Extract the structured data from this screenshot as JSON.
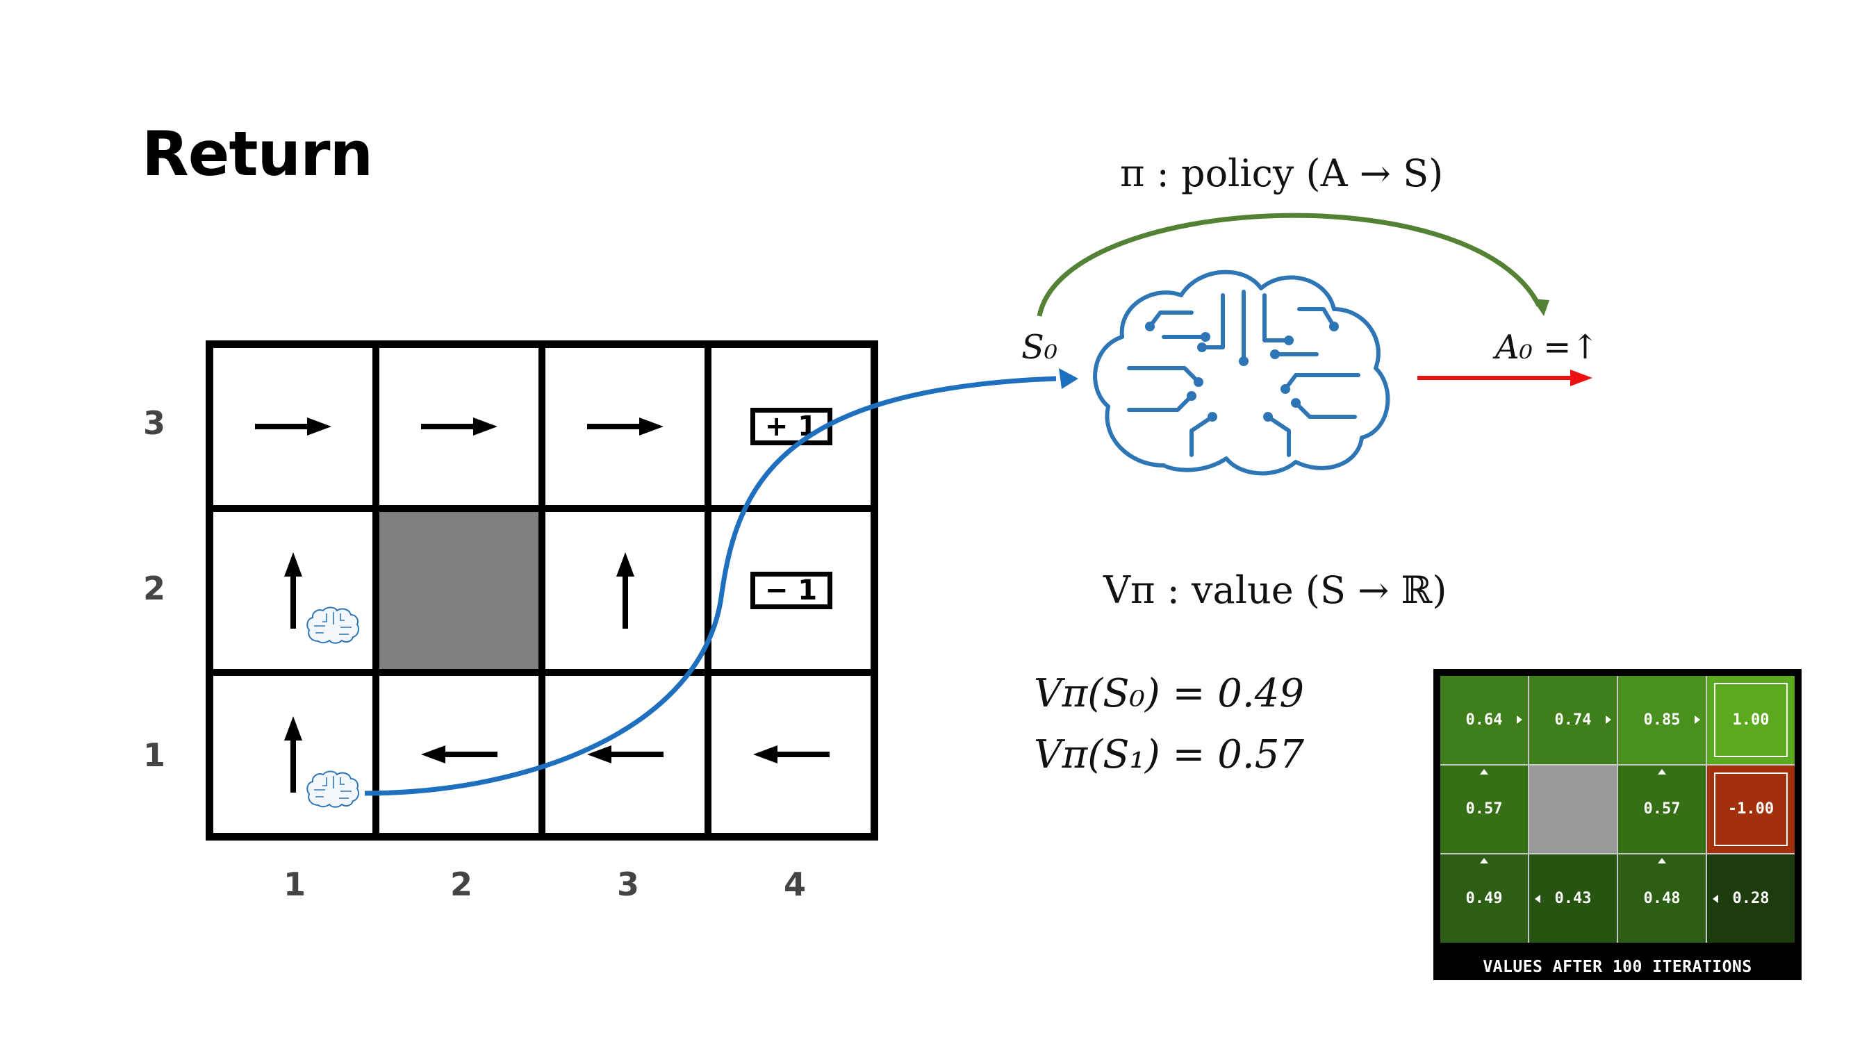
{
  "slide": {
    "title": "Return"
  },
  "gridworld": {
    "row_labels": [
      "3",
      "2",
      "1"
    ],
    "col_labels": [
      "1",
      "2",
      "3",
      "4"
    ],
    "cells": [
      {
        "kind": "arrow",
        "dir": "right"
      },
      {
        "kind": "arrow",
        "dir": "right"
      },
      {
        "kind": "arrow",
        "dir": "right"
      },
      {
        "kind": "terminal",
        "label": "+ 1"
      },
      {
        "kind": "arrow",
        "dir": "up",
        "agent": true
      },
      {
        "kind": "wall"
      },
      {
        "kind": "arrow",
        "dir": "up"
      },
      {
        "kind": "terminal",
        "label": "− 1"
      },
      {
        "kind": "arrow",
        "dir": "up",
        "agent": true
      },
      {
        "kind": "arrow",
        "dir": "left"
      },
      {
        "kind": "arrow",
        "dir": "left"
      },
      {
        "kind": "arrow",
        "dir": "left"
      }
    ]
  },
  "agent_diagram": {
    "policy_label": "π : policy (A → S)",
    "state_label": "S₀",
    "action_label": "A₀ =↑",
    "value_fn_label": "Vπ : value (S → ℝ)",
    "policy_arrow_color": "#548235",
    "action_arrow_color": "#ee1111",
    "trajectory_color": "#1f6fbf",
    "brain_color": "#2e75b6"
  },
  "equations": [
    "Vπ(S₀) = 0.49",
    "Vπ(S₁) = 0.57"
  ],
  "value_grid": {
    "caption": "VALUES AFTER 100 ITERATIONS",
    "cells": [
      {
        "value": "0.64",
        "color": "#3f7f1b",
        "arrow": "right"
      },
      {
        "value": "0.74",
        "color": "#3f7f1b",
        "arrow": "right"
      },
      {
        "value": "0.85",
        "color": "#4a901f",
        "arrow": "right"
      },
      {
        "value": "1.00",
        "color": "#5aa91f",
        "arrow": "",
        "boxed": true
      },
      {
        "value": "0.57",
        "color": "#356f16",
        "arrow": "up"
      },
      {
        "value": "",
        "color": "#9a9a9a",
        "arrow": "",
        "wall": true
      },
      {
        "value": "0.57",
        "color": "#356f16",
        "arrow": "up"
      },
      {
        "value": "-1.00",
        "color": "#a2300d",
        "arrow": "",
        "boxed": true
      },
      {
        "value": "0.49",
        "color": "#2c5f13",
        "arrow": "up"
      },
      {
        "value": "0.43",
        "color": "#275410",
        "arrow": "left"
      },
      {
        "value": "0.48",
        "color": "#2c5f13",
        "arrow": "up"
      },
      {
        "value": "0.28",
        "color": "#1c3c0b",
        "arrow": "left"
      }
    ]
  }
}
